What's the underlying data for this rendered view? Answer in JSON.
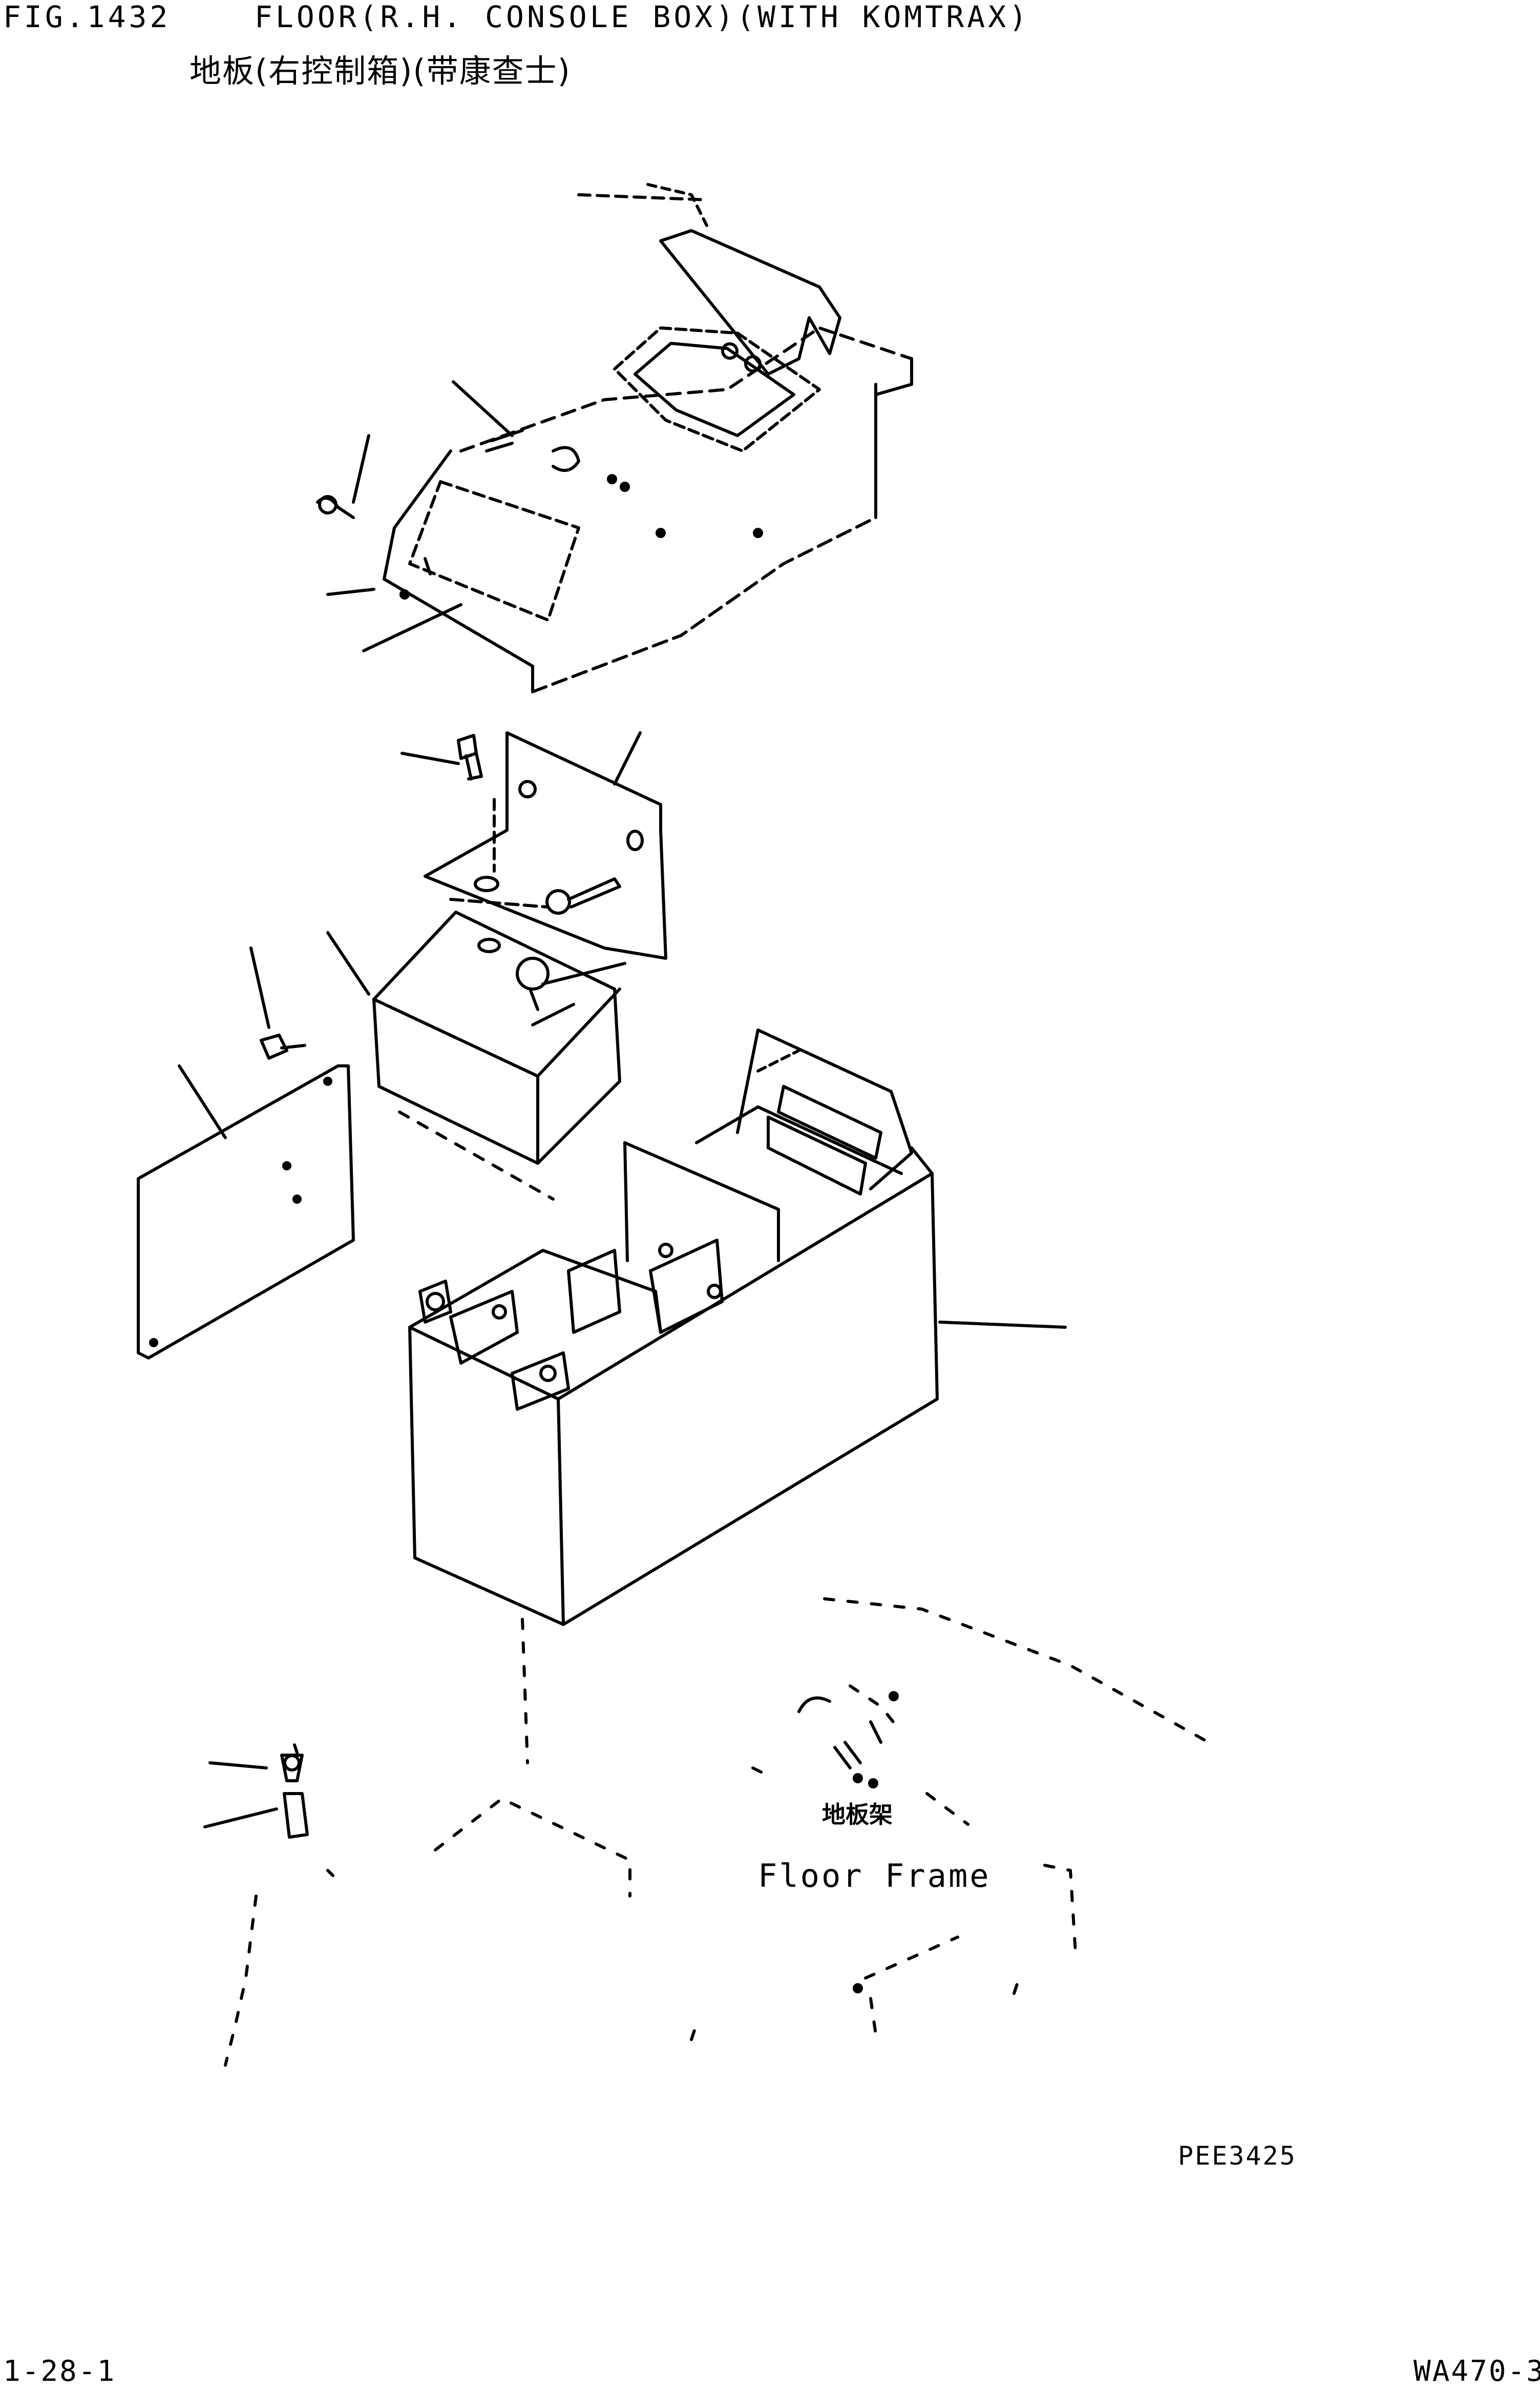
{
  "header": {
    "figure_title": "FIG.1432    FLOOR(R.H. CONSOLE BOX)(WITH KOMTRAX)",
    "figure_subtitle": "地板(右控制箱)(带康查士)"
  },
  "drawing": {
    "floor_frame_label_cn": "地板架",
    "floor_frame_label_en": "Floor Frame",
    "drawing_code": "PEE3425"
  },
  "footer": {
    "page_number": "1-28-1",
    "model_code": "WA470-3"
  }
}
